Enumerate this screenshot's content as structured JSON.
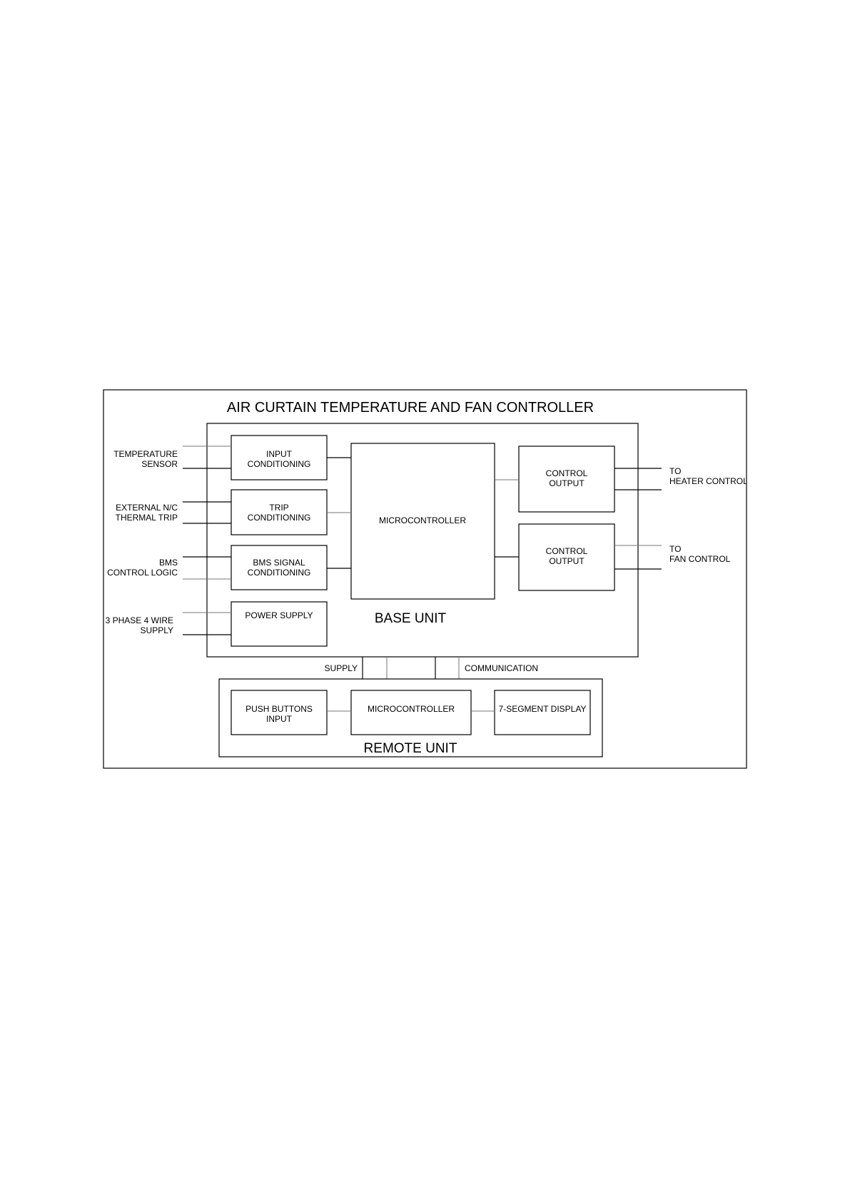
{
  "title": "AIR CURTAIN TEMPERATURE AND FAN CONTROLLER",
  "base_unit": {
    "label": "BASE UNIT",
    "blocks": {
      "input_conditioning": [
        "INPUT",
        "CONDITIONING"
      ],
      "trip_conditioning": [
        "TRIP",
        "CONDITIONING"
      ],
      "bms_conditioning": [
        "BMS SIGNAL",
        "CONDITIONING"
      ],
      "power_supply": [
        "POWER SUPPLY"
      ],
      "microcontroller": "MICROCONTROLLER",
      "control_output_heater": [
        "CONTROL",
        "OUTPUT"
      ],
      "control_output_fan": [
        "CONTROL",
        "OUTPUT"
      ]
    }
  },
  "inputs": {
    "temperature": [
      "TEMPERATURE",
      "SENSOR"
    ],
    "thermal_trip": [
      "EXTERNAL N/C",
      "THERMAL TRIP"
    ],
    "bms": [
      "BMS",
      "CONTROL LOGIC"
    ],
    "supply": [
      "3 PHASE 4 WIRE",
      "SUPPLY"
    ]
  },
  "outputs": {
    "heater": [
      "TO",
      "HEATER CONTROL"
    ],
    "fan": [
      "TO",
      "FAN CONTROL"
    ]
  },
  "links": {
    "supply": "SUPPLY",
    "communication": "COMMUNICATION"
  },
  "remote_unit": {
    "label": "REMOTE UNIT",
    "blocks": {
      "push_buttons": [
        "PUSH BUTTONS",
        "INPUT"
      ],
      "microcontroller": "MICROCONTROLLER",
      "display": "7-SEGMENT DISPLAY"
    }
  }
}
